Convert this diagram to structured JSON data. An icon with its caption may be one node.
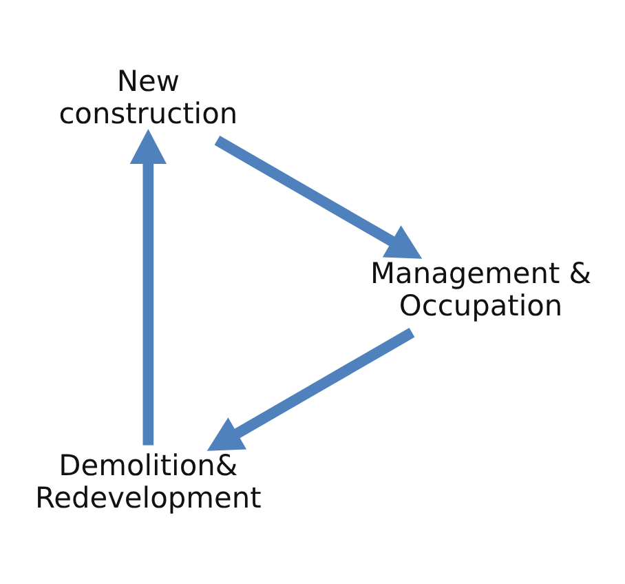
{
  "diagram": {
    "nodes": [
      {
        "text": [
          "Demolition& Redevelopment"
        ]
      },
      {
        "text": [
          "New construction"
        ]
      },
      {
        "text": [
          "Management & Occupation"
        ]
      }
    ],
    "edges": [
      {
        "from": 0,
        "to": 1,
        "arrow": "to"
      },
      {
        "from": 1,
        "to": 2,
        "arrow": "to"
      },
      {
        "from": 2,
        "to": 0,
        "arrow": "to"
      }
    ]
  }
}
